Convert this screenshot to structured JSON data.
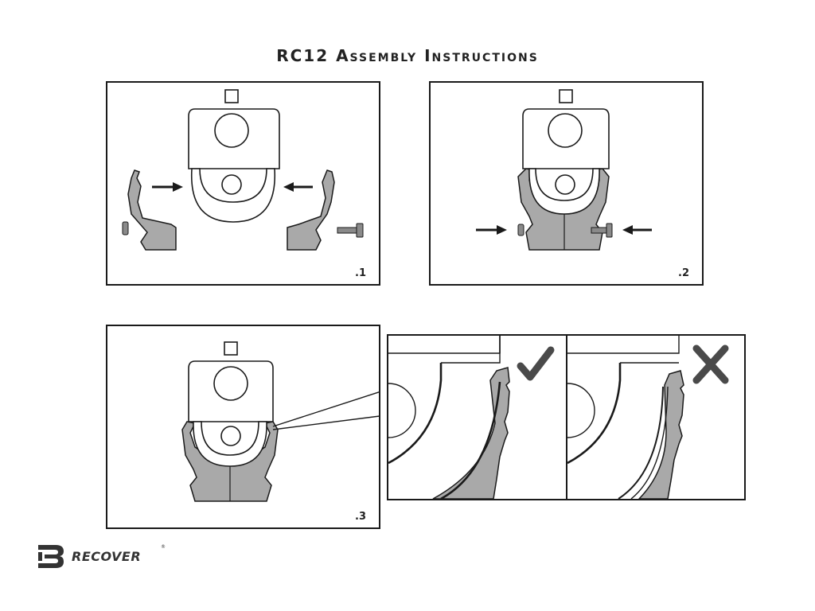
{
  "title": "RC12 Assembly Instructions",
  "steps": [
    {
      "label": ".1"
    },
    {
      "label": ".2"
    },
    {
      "label": ".3"
    }
  ],
  "detail": {
    "correct_icon": "check-icon",
    "incorrect_icon": "cross-icon"
  },
  "brand": {
    "name": "RECOVER",
    "registered_mark": "®"
  },
  "colors": {
    "outline": "#1a1a1a",
    "part_fill": "#a9a9a9",
    "background": "#ffffff"
  }
}
